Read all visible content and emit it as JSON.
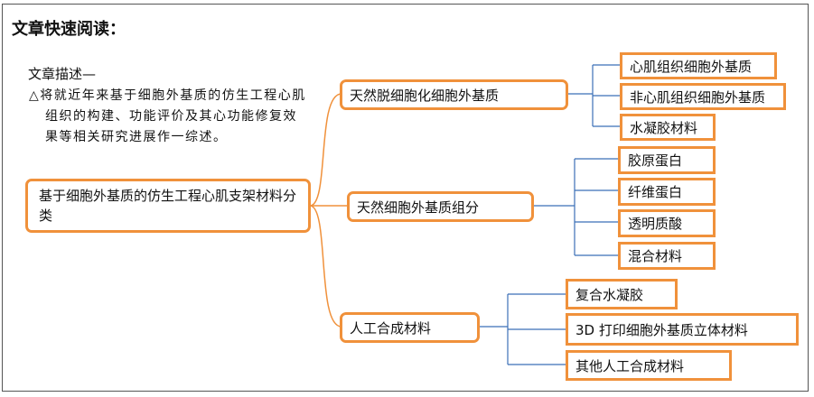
{
  "heading": "文章快速阅读：",
  "description": {
    "title": "文章描述—",
    "marker": "△",
    "body": "将就近年来基于细胞外基质的仿生工程心肌组织的构建、功能评价及其心功能修复效果等相关研究进展作一综述。"
  },
  "root": "基于细胞外基质的仿生工程心肌支架材料分类",
  "branches": [
    {
      "label": "天然脱细胞化细胞外基质",
      "children": [
        "心肌组织细胞外基质",
        "非心肌组织细胞外基质",
        "水凝胶材料"
      ]
    },
    {
      "label": "天然细胞外基质组分",
      "children": [
        "胶原蛋白",
        "纤维蛋白",
        "透明质酸",
        "混合材料"
      ]
    },
    {
      "label": "人工合成材料",
      "children": [
        "复合水凝胶",
        "3D 打印细胞外基质立体材料",
        "其他人工合成材料"
      ]
    }
  ],
  "colors": {
    "box_border": "#f0913b",
    "branch_curve": "#f0913b",
    "leaf_lines": "#3b6fb6"
  }
}
